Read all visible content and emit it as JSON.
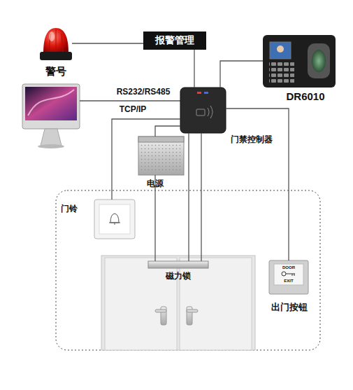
{
  "diagram": {
    "nodes": [
      {
        "text": [
          "警号"
        ]
      },
      {
        "text": [
          "报警管理"
        ]
      },
      {
        "text": [
          "DR6010"
        ]
      },
      {
        "text": [
          "门禁控制器"
        ]
      },
      {
        "text": [
          "电源"
        ]
      },
      {
        "text": [
          "门铃"
        ]
      },
      {
        "text": [
          "磁力锁"
        ]
      },
      {
        "text": [
          "出门按钮"
        ]
      }
    ],
    "edges": [
      {
        "from": 0,
        "to": 1,
        "arrow": "none"
      },
      {
        "from": 1,
        "to": 3,
        "arrow": "none"
      },
      {
        "from": 3,
        "to": 2,
        "arrow": "none"
      },
      {
        "from": 3,
        "to": 4,
        "arrow": "none"
      },
      {
        "from": 3,
        "to": 5,
        "arrow": "none"
      },
      {
        "from": 4,
        "to": 6,
        "arrow": "none"
      },
      {
        "from": 3,
        "to": 6,
        "arrow": "none"
      },
      {
        "from": 3,
        "to": 6,
        "arrow": "none"
      },
      {
        "from": 3,
        "to": 7,
        "arrow": "none"
      }
    ],
    "labels": [
      "RS232/RS485",
      "TCP/IP",
      "DOOR",
      "EXIT"
    ]
  }
}
